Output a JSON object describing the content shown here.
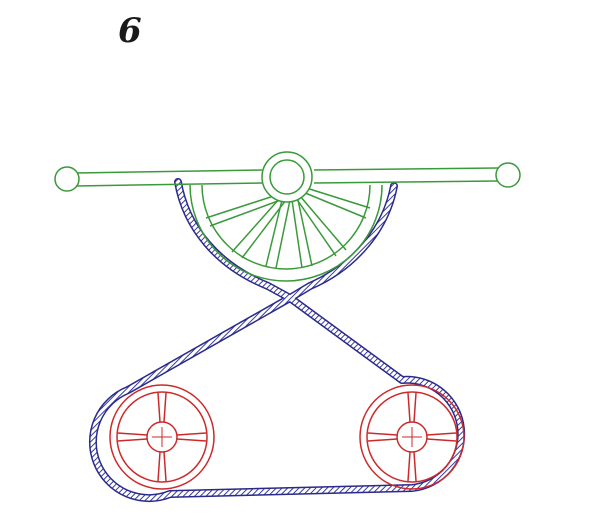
{
  "figure": {
    "label": "6"
  },
  "colors": {
    "handle": "#3a9a3a",
    "belt": "#3a3aa0",
    "pulleys": "#cc2a2a",
    "background": "#ffffff"
  },
  "icons": {
    "handwheel": "green-handwheel-with-crossbar",
    "belt": "blue-crossed-belt",
    "pulleys": "two-red-pulleys"
  }
}
